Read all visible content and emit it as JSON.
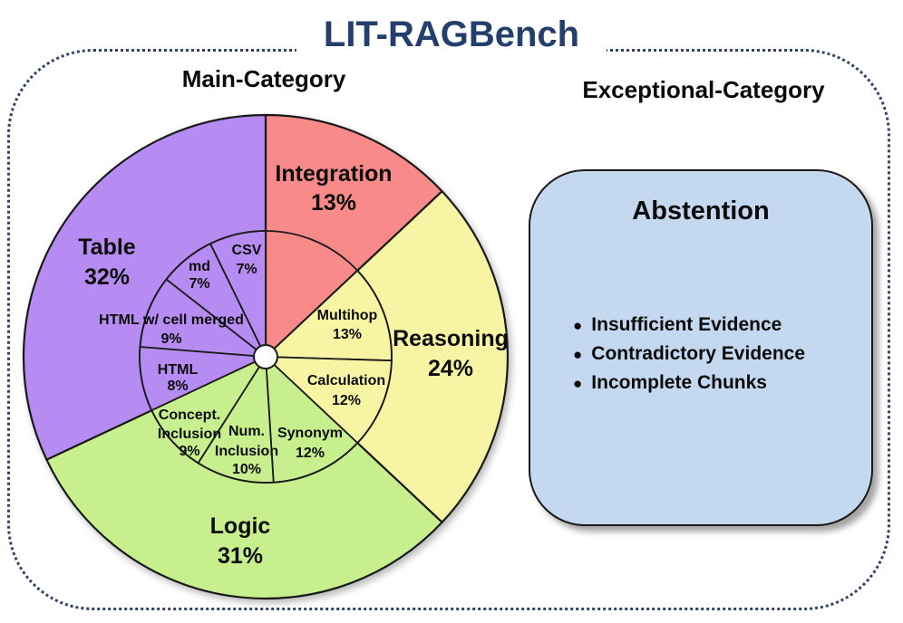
{
  "title": "LIT-RAGBench",
  "left_section": {
    "heading": "Main-Category"
  },
  "right_section": {
    "heading": "Exceptional-Category",
    "box": {
      "title": "Abstention",
      "bullet_icon": "●",
      "bullets": [
        "Insufficient Evidence",
        "Contradictory Evidence",
        "Incomplete Chunks"
      ]
    }
  },
  "colors": {
    "title": "#243F6E",
    "dotted_border": "#31436B",
    "abstention_box_fill": "#C4D8F0",
    "outline": "#1A1A1A",
    "integration": "#F88A8A",
    "reasoning": "#F7F5A3",
    "logic": "#C7EF8D",
    "table": "#B78CF2"
  },
  "chart_data": {
    "type": "pie",
    "variant": "two-level-sunburst",
    "title": "Main-Category",
    "direction": "clockwise",
    "start_angle_deg": 0,
    "units": "percent",
    "categories": [
      {
        "label": "Integration",
        "value_pct": 13,
        "color": "#F88A8A",
        "subcategories": []
      },
      {
        "label": "Reasoning",
        "value_pct": 24,
        "color": "#F7F5A3",
        "subcategories": [
          {
            "label": "Multihop",
            "lines": [
              "Multihop"
            ],
            "value_pct": 13
          },
          {
            "label": "Calculation",
            "lines": [
              "Calculation"
            ],
            "value_pct": 12
          }
        ]
      },
      {
        "label": "Logic",
        "value_pct": 31,
        "color": "#C7EF8D",
        "subcategories": [
          {
            "label": "Synonym",
            "lines": [
              "Synonym"
            ],
            "value_pct": 12
          },
          {
            "label": "Num. Inclusion",
            "lines": [
              "Num.",
              "Inclusion"
            ],
            "value_pct": 10
          },
          {
            "label": "Concept. Inclusion",
            "lines": [
              "Concept.",
              "Inclusion"
            ],
            "value_pct": 9
          }
        ]
      },
      {
        "label": "Table",
        "value_pct": 32,
        "color": "#B78CF2",
        "subcategories": [
          {
            "label": "HTML",
            "lines": [
              "HTML"
            ],
            "value_pct": 8
          },
          {
            "label": "HTML w/ cell merged",
            "lines": [
              "HTML w/ cell merged"
            ],
            "value_pct": 9
          },
          {
            "label": "md",
            "lines": [
              "md"
            ],
            "value_pct": 7
          },
          {
            "label": "CSV",
            "lines": [
              "CSV"
            ],
            "value_pct": 7
          }
        ]
      }
    ]
  }
}
